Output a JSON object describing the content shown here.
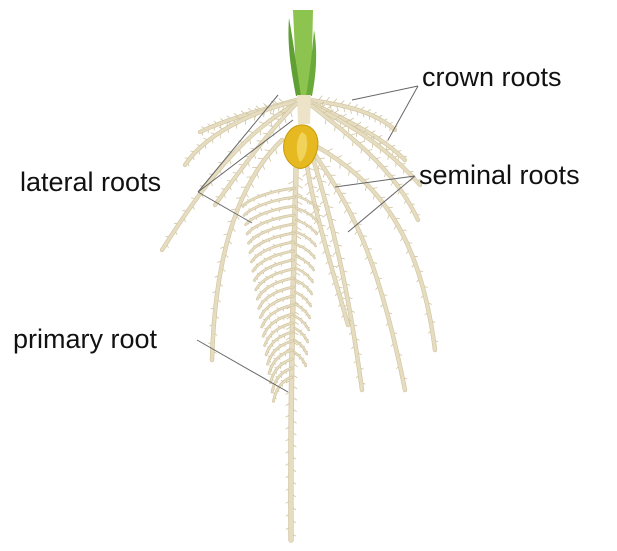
{
  "labels": {
    "crown": "crown roots",
    "lateral": "lateral roots",
    "seminal": "seminal roots",
    "primary": "primary root"
  },
  "colors": {
    "root": "#e6dcc0",
    "root_edge": "#cfc39f",
    "shoot": "#8cc44f",
    "shoot_dark": "#4e8f2d",
    "seed": "#e5b91f",
    "seed_dark": "#b98a0a",
    "leader": "#666666"
  }
}
